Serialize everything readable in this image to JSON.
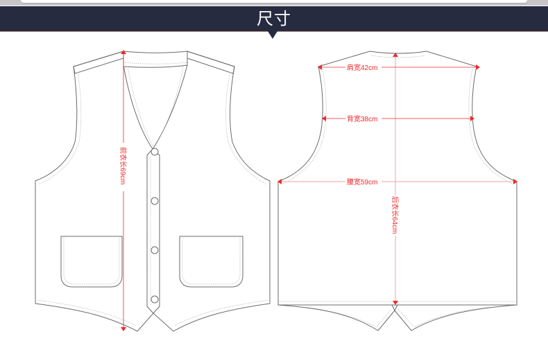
{
  "header": {
    "title": "尺寸",
    "bar_color": "#262b40"
  },
  "colors": {
    "outline": "#6a6a6a",
    "stitch": "#b8b8b8",
    "measure": "#f02828",
    "measure_light": "#f7a0a0"
  },
  "front_view": {
    "label": "front-vest",
    "buttons": 4,
    "pockets": 2,
    "measurements": {
      "front_length": "前衣长69cm"
    }
  },
  "back_view": {
    "label": "back-vest",
    "measurements": {
      "shoulder_width": "肩宽42cm",
      "back_width": "背宽38cm",
      "waist_width": "腰宽59cm",
      "back_length": "后衣长64cm"
    }
  }
}
